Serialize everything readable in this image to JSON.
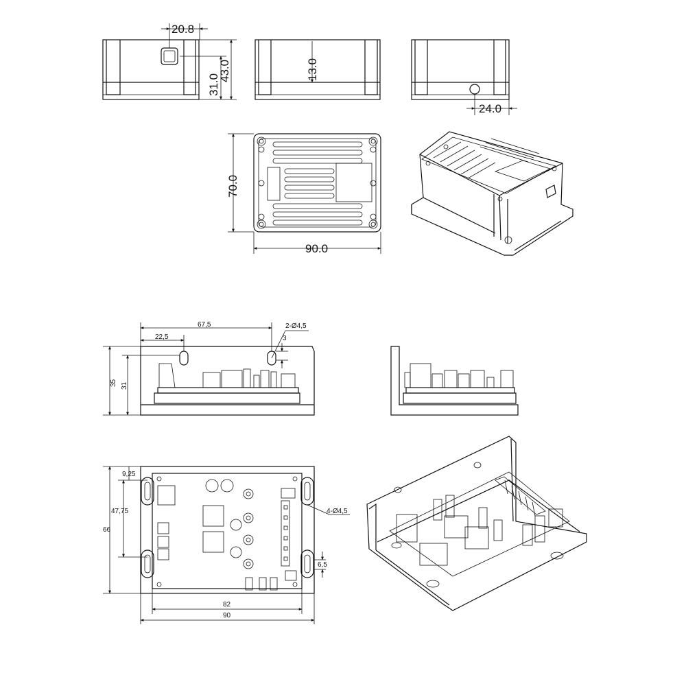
{
  "top_section": {
    "front_view": {
      "width_label": "20.8",
      "height_inner_label": "31.0",
      "height_outer_label": "43.0"
    },
    "side_view": {
      "height_label": "13.0"
    },
    "back_view": {
      "offset_label": "24.0"
    },
    "plan_view": {
      "height_label": "70.0",
      "width_label": "90.0"
    }
  },
  "bottom_section": {
    "side_view": {
      "hole_distance_label": "67,5",
      "hole_offset_label": "22,5",
      "hole_spec_label": "2-Ø4,5",
      "hole_height_label": "3",
      "outer_height_label": "35",
      "inner_height_label": "31"
    },
    "plan_view": {
      "top_offset_label": "9,25",
      "slot_spacing_label": "47,75",
      "total_height_label": "66",
      "slot_spec_label": "4-Ø4,5",
      "slot_length_label": "6,5",
      "inner_width_label": "82",
      "outer_width_label": "90"
    }
  }
}
